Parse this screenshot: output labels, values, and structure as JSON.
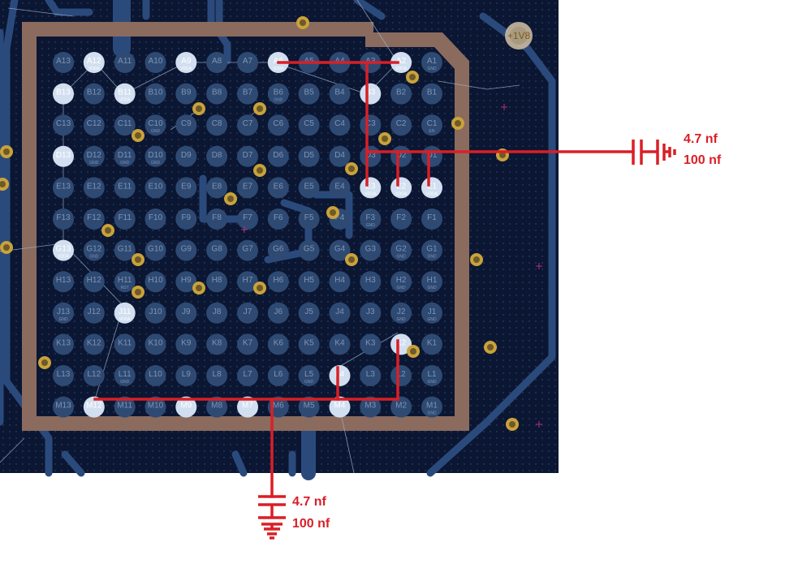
{
  "pcb": {
    "rows": [
      "A",
      "B",
      "C",
      "D",
      "E",
      "F",
      "G",
      "H",
      "J",
      "K",
      "L",
      "M"
    ],
    "cols": [
      13,
      12,
      11,
      10,
      9,
      8,
      7,
      6,
      5,
      4,
      3,
      2,
      1
    ],
    "highlighted_pads": [
      "A12",
      "A9",
      "A6",
      "A2",
      "B13",
      "B11",
      "B3",
      "D13",
      "E3",
      "E2",
      "E1",
      "G13",
      "J11",
      "K2",
      "L4",
      "M12",
      "M9",
      "M7",
      "M4"
    ],
    "net_labels": {
      "A12": "VDDA",
      "A9": "VDDA",
      "A6": "VDDA",
      "A2": "VDDA",
      "B11": "VDDA",
      "E3": "VDDA",
      "E2": "VDDA",
      "E1": "VDDA",
      "G13": "VDDA",
      "J11": "VDDA",
      "A1": "GND",
      "B6": "GND",
      "D12": "GND",
      "D11": "GND",
      "D10": "GND",
      "F3": "GND",
      "G12": "GND",
      "G2": "GND",
      "G1": "GND",
      "H2": "GND",
      "H1": "GND",
      "J13": "GND",
      "J2": "GND",
      "J1": "GND",
      "L11": "GND",
      "L5": "GND",
      "L1": "GND",
      "M1": "GND",
      "C10": "GND",
      "H11": "RST",
      "C1": "EN"
    },
    "power_label": "+1V8",
    "colors": {
      "background": "#0b1632",
      "pad": "#2e4a73",
      "pad_highlight": "#d2dff0",
      "trace": "#2b4a7c",
      "copper_ring": "#8b6b5e",
      "via_ring": "#c9a23a",
      "annotation": "#d91f26"
    }
  },
  "annotations": {
    "right": {
      "cap1": "4.7 nf",
      "cap2": "100 nf"
    },
    "bottom": {
      "cap1": "4.7 nf",
      "cap2": "100 nf"
    }
  }
}
